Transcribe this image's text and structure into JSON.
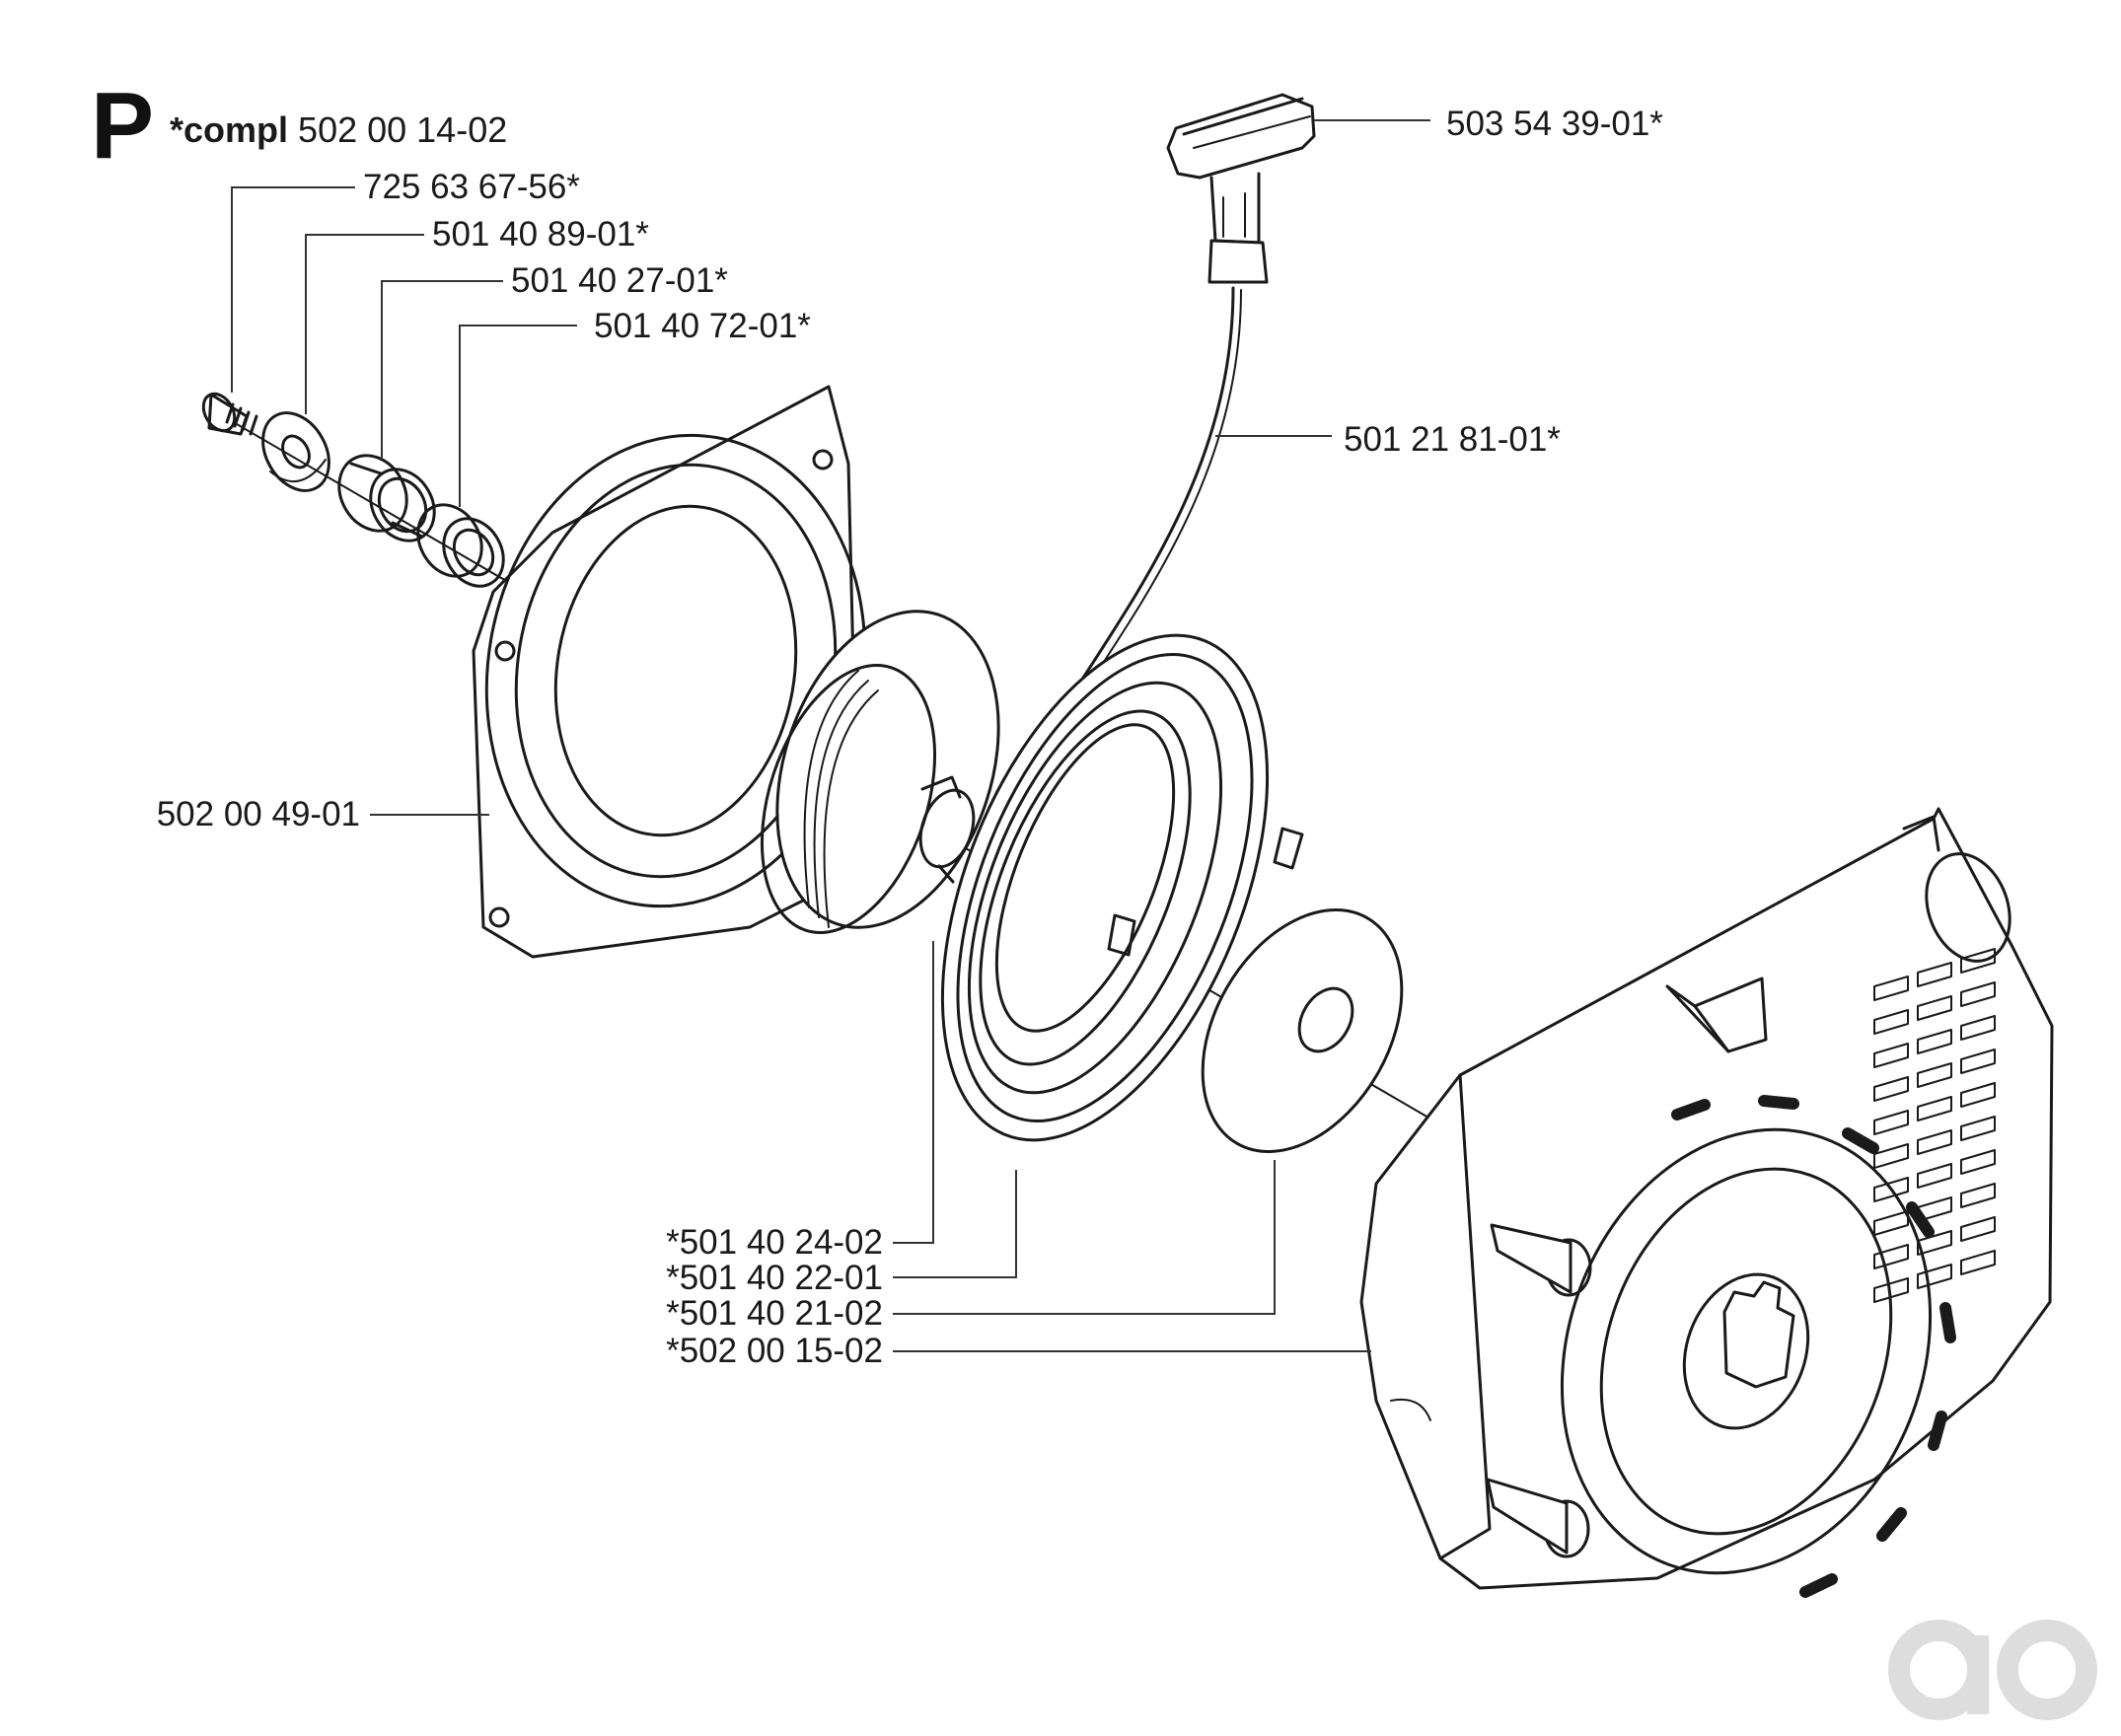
{
  "section": {
    "letter": "P",
    "compl_prefix": "*compl",
    "compl_number": "502 00 14-02"
  },
  "parts": {
    "screw": "725 63 67-56*",
    "washer": "501 40 89-01*",
    "bushing_large": "501 40 27-01*",
    "bushing_small": "501 40 72-01*",
    "handle": "503 54 39-01*",
    "cord": "501 21 81-01*",
    "plate": "502 00 49-01",
    "pulley": "*501 40 24-02",
    "spring_cassette": "*501 40 22-01",
    "spring_washer": "*501 40 21-02",
    "starter_housing": "*502 00 15-02"
  },
  "colors": {
    "ink": "#1a1a1a",
    "line": "#333333",
    "watermark": "#dddddd"
  }
}
